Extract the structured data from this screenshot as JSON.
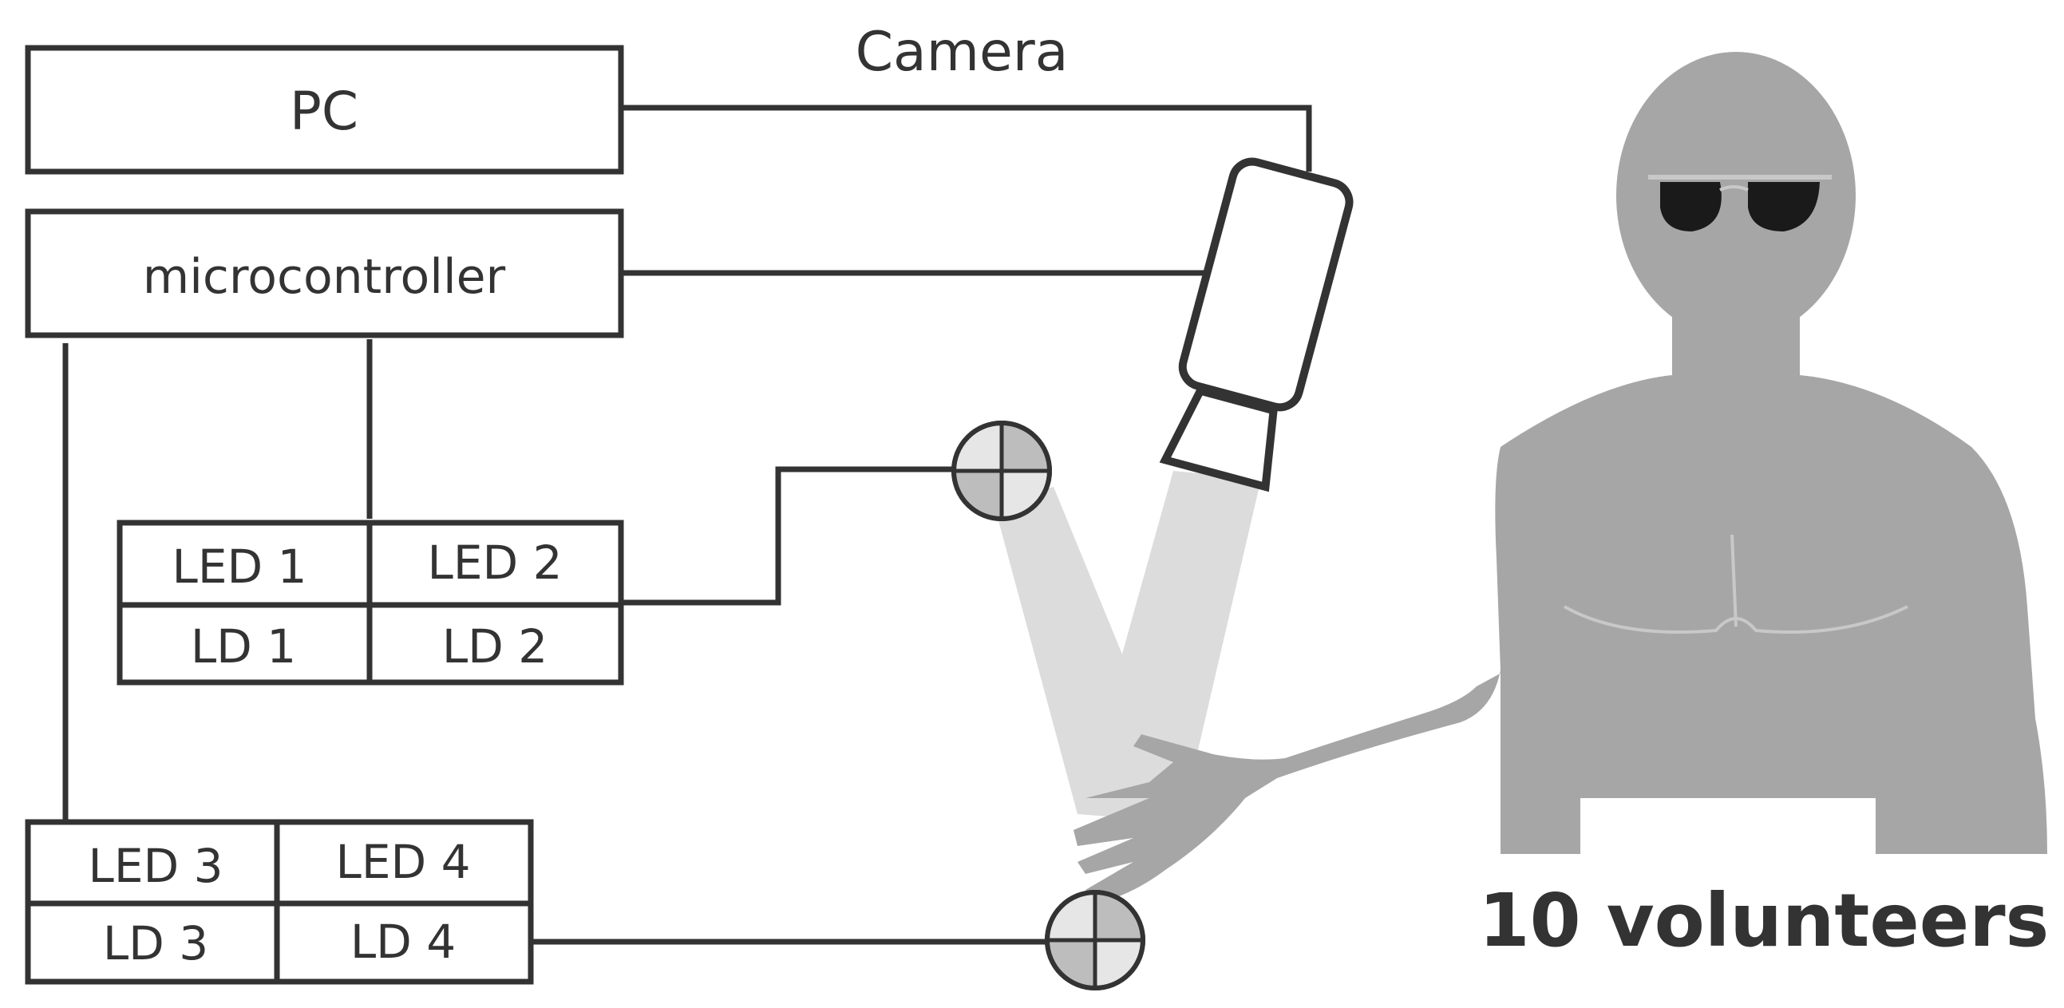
{
  "labels": {
    "camera": "Camera",
    "pc": "PC",
    "microcontroller": "microcontroller",
    "module1": {
      "led1": "LED 1",
      "led2": "LED 2",
      "ld1": "LD 1",
      "ld2": "LD 2"
    },
    "module2": {
      "led3": "LED 3",
      "led4": "LED 4",
      "ld3": "LD 3",
      "ld4": "LD 4"
    },
    "volunteers": "10 volunteers"
  },
  "colors": {
    "line": "#333333",
    "body": "#a6a6a6",
    "beam": "#d9d9d9",
    "glasses": "#1a1a1a"
  }
}
